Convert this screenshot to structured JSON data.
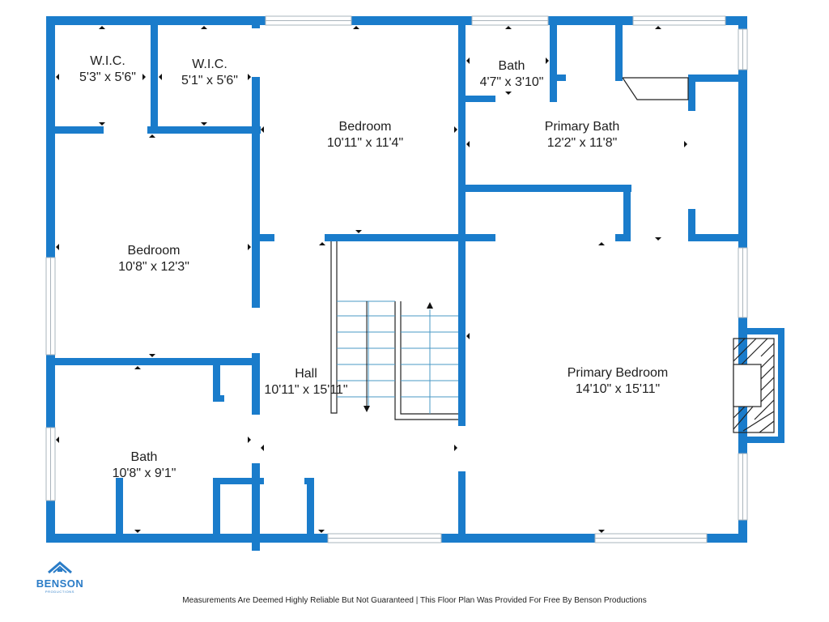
{
  "colors": {
    "wall": "#1a7ccb",
    "line": "#222222",
    "window": "#aab4bc",
    "logo": "#2a7cc7"
  },
  "rooms": [
    {
      "id": "wic-1",
      "name": "W.I.C.",
      "dims": "5'3\" x 5'6\""
    },
    {
      "id": "wic-2",
      "name": "W.I.C.",
      "dims": "5'1\" x 5'6\""
    },
    {
      "id": "bedroom-top",
      "name": "Bedroom",
      "dims": "10'11\" x 11'4\""
    },
    {
      "id": "bath-small",
      "name": "Bath",
      "dims": "4'7\" x 3'10\""
    },
    {
      "id": "primary-bath",
      "name": "Primary Bath",
      "dims": "12'2\" x 11'8\""
    },
    {
      "id": "bedroom-left",
      "name": "Bedroom",
      "dims": "10'8\" x 12'3\""
    },
    {
      "id": "hall",
      "name": "Hall",
      "dims": "10'11\" x 15'11\""
    },
    {
      "id": "primary-bedroom",
      "name": "Primary Bedroom",
      "dims": "14'10\" x 15'11\""
    },
    {
      "id": "bath-lower",
      "name": "Bath",
      "dims": "10'8\" x 9'1\""
    }
  ],
  "logo": {
    "name": "BENSON",
    "sub": "PRODUCTIONS",
    "icon": "house-roof-icon"
  },
  "footer": "Measurements Are Deemed Highly Reliable But Not Guaranteed | This Floor Plan Was Provided For Free By Benson Productions"
}
